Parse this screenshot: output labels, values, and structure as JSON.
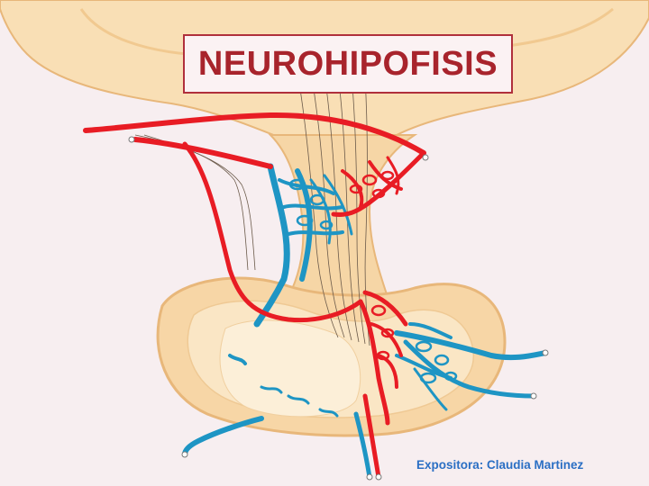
{
  "slide": {
    "title": "NEUROHIPOFISIS",
    "author": "Expositora: Claudia Martinez"
  },
  "illustration": {
    "subject": "neurohypophysis-anatomy",
    "colors": {
      "background": "#f7eef0",
      "tissue_light": "#fbe3bf",
      "tissue_mid": "#f5d3a0",
      "tissue_outline": "#e8b77a",
      "artery": "#e81c24",
      "vein": "#1e95c4",
      "title_border": "#b0303c",
      "title_text": "#a8242c",
      "author_text": "#2b6fc4"
    }
  }
}
